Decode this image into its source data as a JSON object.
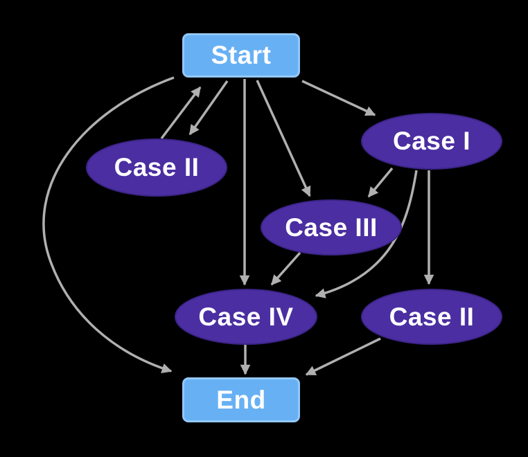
{
  "diagram": {
    "type": "flowchart",
    "background": "#000000",
    "colors": {
      "background": "#000000",
      "node_blue": "#68b0f4",
      "node_blue_border": "#93c8f9",
      "node_purple": "#4b2ea1",
      "node_purple_border": "#3c2487",
      "arrow": "#b0b0b0",
      "text": "#ffffff"
    },
    "nodes": [
      {
        "id": "start",
        "label": "Start",
        "shape": "rect"
      },
      {
        "id": "case2-upper",
        "label": "Case II",
        "shape": "ellipse"
      },
      {
        "id": "case1",
        "label": "Case I",
        "shape": "ellipse"
      },
      {
        "id": "case3",
        "label": "Case III",
        "shape": "ellipse"
      },
      {
        "id": "case4",
        "label": "Case IV",
        "shape": "ellipse"
      },
      {
        "id": "case2-lower",
        "label": "Case II",
        "shape": "ellipse"
      },
      {
        "id": "end",
        "label": "End",
        "shape": "rect"
      }
    ],
    "edges": [
      {
        "from": "start",
        "to": "case2-upper"
      },
      {
        "from": "case2-upper",
        "to": "start"
      },
      {
        "from": "start",
        "to": "case1"
      },
      {
        "from": "start",
        "to": "case3"
      },
      {
        "from": "start",
        "to": "case4"
      },
      {
        "from": "start",
        "to": "end"
      },
      {
        "from": "case1",
        "to": "case3"
      },
      {
        "from": "case1",
        "to": "case2-lower"
      },
      {
        "from": "case1",
        "to": "case4"
      },
      {
        "from": "case3",
        "to": "case4"
      },
      {
        "from": "case4",
        "to": "end"
      },
      {
        "from": "case2-lower",
        "to": "end"
      }
    ]
  }
}
